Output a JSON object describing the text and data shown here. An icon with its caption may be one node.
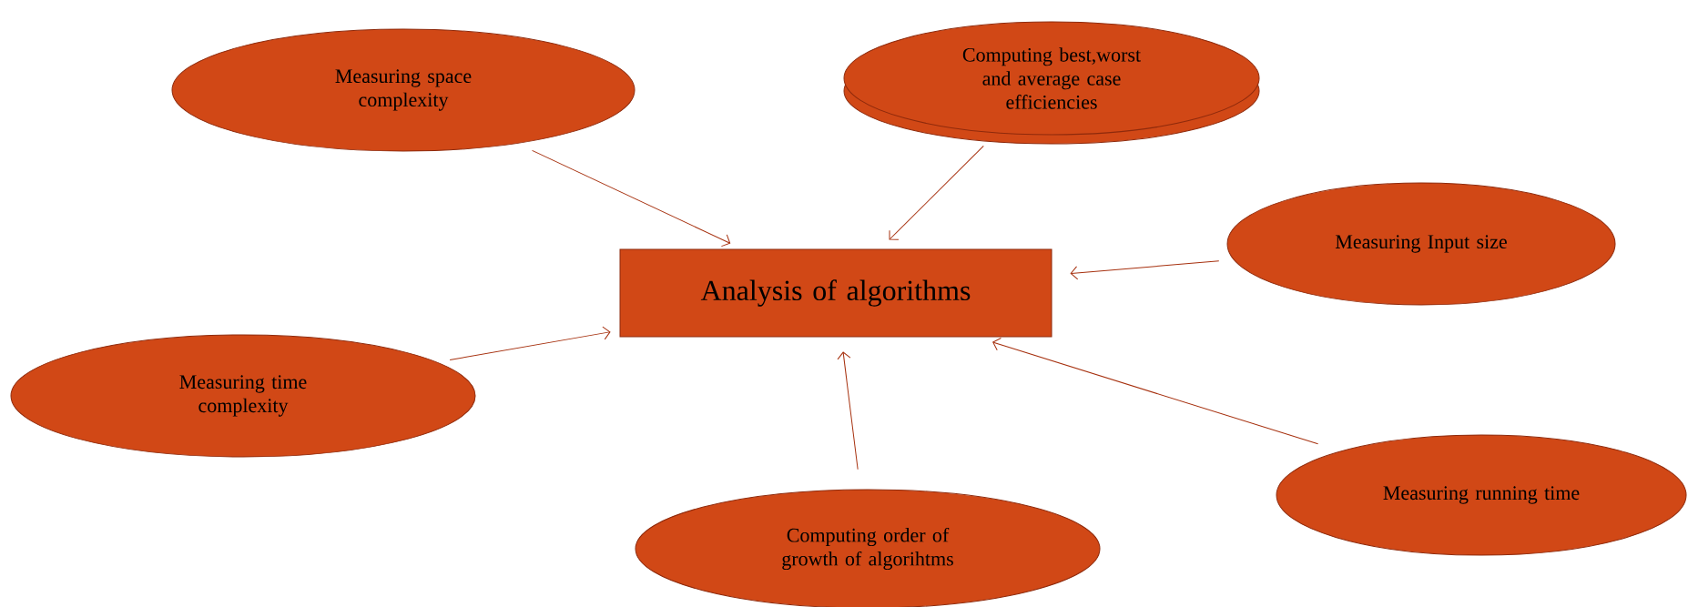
{
  "diagram": {
    "nodes": [
      {
        "text": [
          "Analysis of algorithms"
        ]
      },
      {
        "text": [
          "Measuring space complexity"
        ]
      },
      {
        "text": [
          "Computing best,worst and average case efficiencies"
        ]
      },
      {
        "text": [
          "Measuring Input size"
        ]
      },
      {
        "text": [
          "Measuring time complexity"
        ]
      },
      {
        "text": [
          "Computing order of growth of algorihtms"
        ]
      },
      {
        "text": [
          "Measuring running time"
        ]
      }
    ],
    "edges": [
      {
        "from": 1,
        "to": 0,
        "arrow": "to"
      },
      {
        "from": 2,
        "to": 0,
        "arrow": "to"
      },
      {
        "from": 3,
        "to": 0,
        "arrow": "to"
      },
      {
        "from": 4,
        "to": 0,
        "arrow": "to"
      },
      {
        "from": 5,
        "to": 0,
        "arrow": "to"
      },
      {
        "from": 6,
        "to": 0,
        "arrow": "to"
      }
    ]
  }
}
